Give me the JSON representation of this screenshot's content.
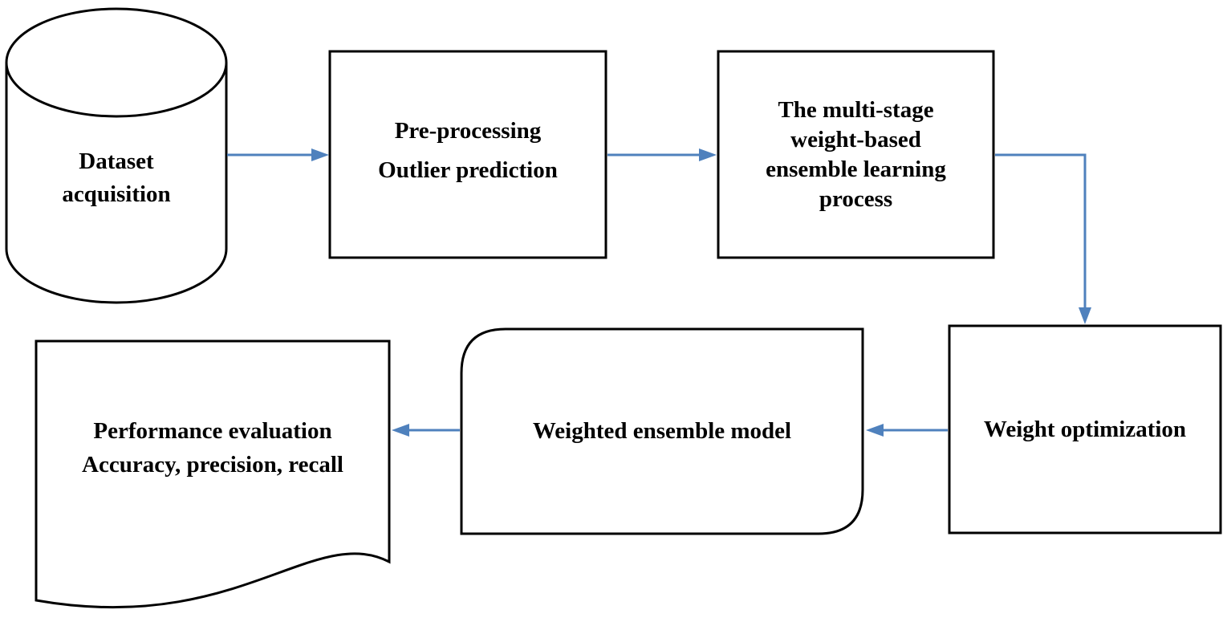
{
  "diagram": {
    "type": "flowchart",
    "description": "Multi-stage weight-based ensemble learning pipeline flowchart"
  },
  "colors": {
    "arrow": "#4f81bd",
    "shape_outline": "#000000",
    "shape_fill": "#ffffff",
    "text": "#000000",
    "background": "#ffffff"
  },
  "nodes": {
    "dataset": {
      "shape": "cylinder",
      "lines": [
        "Dataset",
        "acquisition"
      ]
    },
    "preprocessing": {
      "shape": "rectangle",
      "lines": [
        "Pre-processing",
        "Outlier prediction"
      ]
    },
    "multistage": {
      "shape": "rectangle",
      "lines": [
        "The multi-stage",
        "weight-based",
        "ensemble learning",
        "process"
      ]
    },
    "weight_optimization": {
      "shape": "rectangle",
      "lines": [
        "Weight optimization"
      ]
    },
    "weighted_model": {
      "shape": "rounded-card",
      "lines": [
        "Weighted ensemble model"
      ]
    },
    "performance": {
      "shape": "document",
      "lines": [
        "Performance evaluation",
        "Accuracy, precision, recall"
      ]
    }
  },
  "edges": [
    {
      "from": "dataset",
      "to": "preprocessing"
    },
    {
      "from": "preprocessing",
      "to": "multistage"
    },
    {
      "from": "multistage",
      "to": "weight_optimization"
    },
    {
      "from": "weight_optimization",
      "to": "weighted_model"
    },
    {
      "from": "weighted_model",
      "to": "performance"
    }
  ]
}
